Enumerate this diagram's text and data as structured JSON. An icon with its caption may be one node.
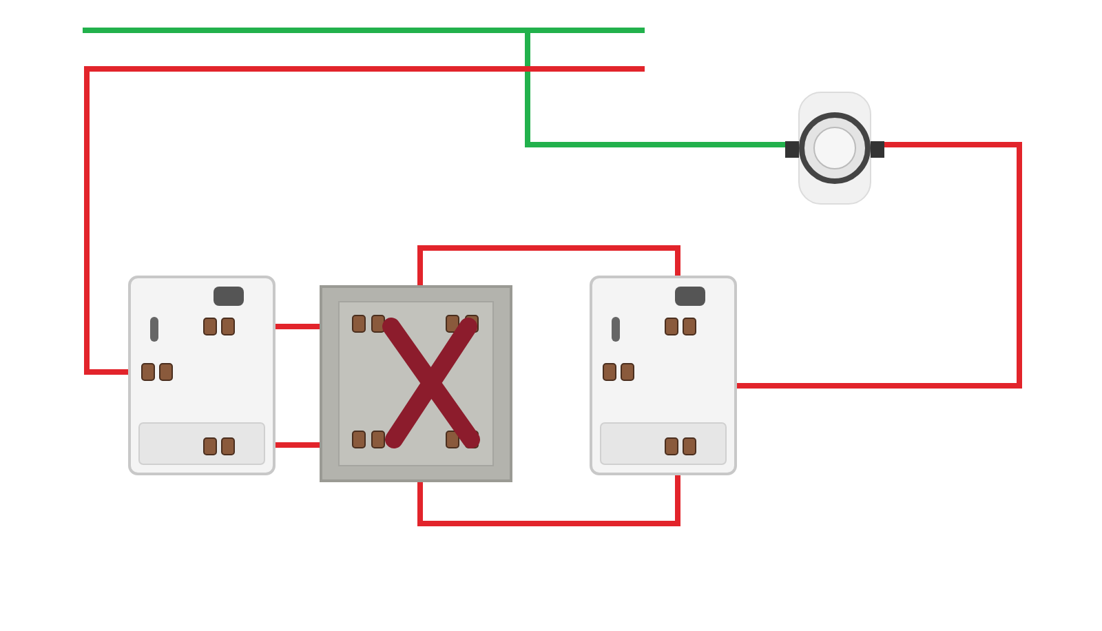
{
  "diagram": {
    "nodes": [
      {
        "text": [],
        "shape": "picture"
      },
      {
        "text": [],
        "shape": "picture"
      },
      {
        "text": [],
        "shape": "picture"
      },
      {
        "text": [],
        "shape": "picture"
      }
    ],
    "edges": [
      {
        "from": null,
        "to": 0,
        "arrow": "none",
        "color": "#22b14c"
      },
      {
        "from": null,
        "to": 1,
        "arrow": "none"
      },
      {
        "from": 1,
        "to": 2,
        "arrow": "none"
      },
      {
        "from": 1,
        "to": 2,
        "arrow": "none"
      },
      {
        "from": 2,
        "to": 3,
        "arrow": "none"
      },
      {
        "from": 2,
        "to": 3,
        "arrow": "none"
      },
      {
        "from": 0,
        "to": 3,
        "arrow": "none"
      }
    ]
  }
}
